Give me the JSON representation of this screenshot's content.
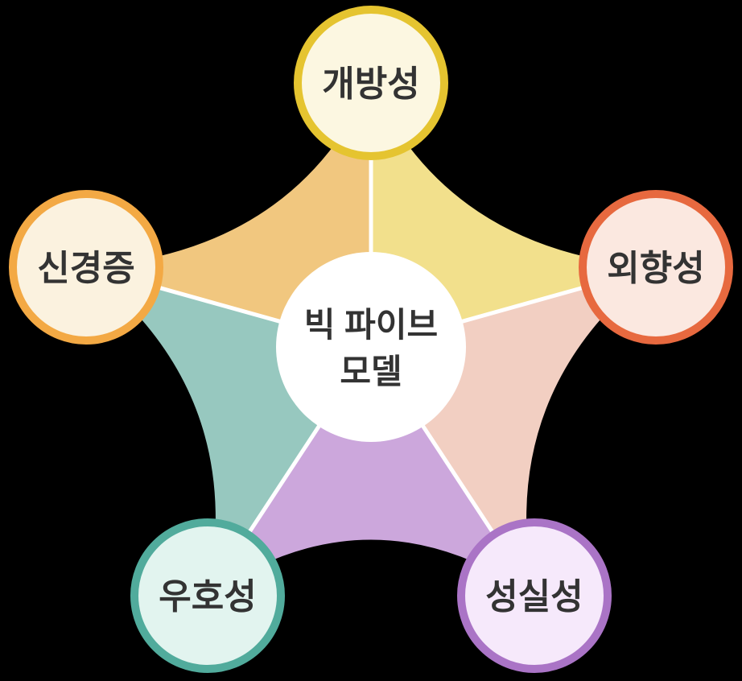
{
  "background_color": "#000000",
  "text_color": "#333333",
  "divider_color": "#FFFFFF",
  "center": {
    "label_line1": "빅 파이브",
    "label_line2": "모델",
    "fill": "#FFFFFF",
    "text_color": "#333333"
  },
  "nodes": [
    {
      "id": "openness",
      "label": "개방성",
      "position": "top",
      "border_color": "#E5C430",
      "fill_color": "#FCF7E1"
    },
    {
      "id": "extraversion",
      "label": "외향성",
      "position": "right",
      "border_color": "#E7693F",
      "fill_color": "#FBE8E0"
    },
    {
      "id": "conscientiousness",
      "label": "성실성",
      "position": "bottom-right",
      "border_color": "#AA74C6",
      "fill_color": "#F6E9FB"
    },
    {
      "id": "agreeableness",
      "label": "우호성",
      "position": "bottom-left",
      "border_color": "#51AB9C",
      "fill_color": "#E2F4EF"
    },
    {
      "id": "neuroticism",
      "label": "신경증",
      "position": "left",
      "border_color": "#F3A944",
      "fill_color": "#FBF2DF"
    }
  ],
  "wedges": [
    {
      "from": "neuroticism",
      "to": "openness",
      "color": "#F1C77F"
    },
    {
      "from": "openness",
      "to": "extraversion",
      "color": "#F2E08C"
    },
    {
      "from": "extraversion",
      "to": "conscientiousness",
      "color": "#F2CFC2"
    },
    {
      "from": "conscientiousness",
      "to": "agreeableness",
      "color": "#CCA7DC"
    },
    {
      "from": "agreeableness",
      "to": "neuroticism",
      "color": "#97C8BF"
    }
  ]
}
